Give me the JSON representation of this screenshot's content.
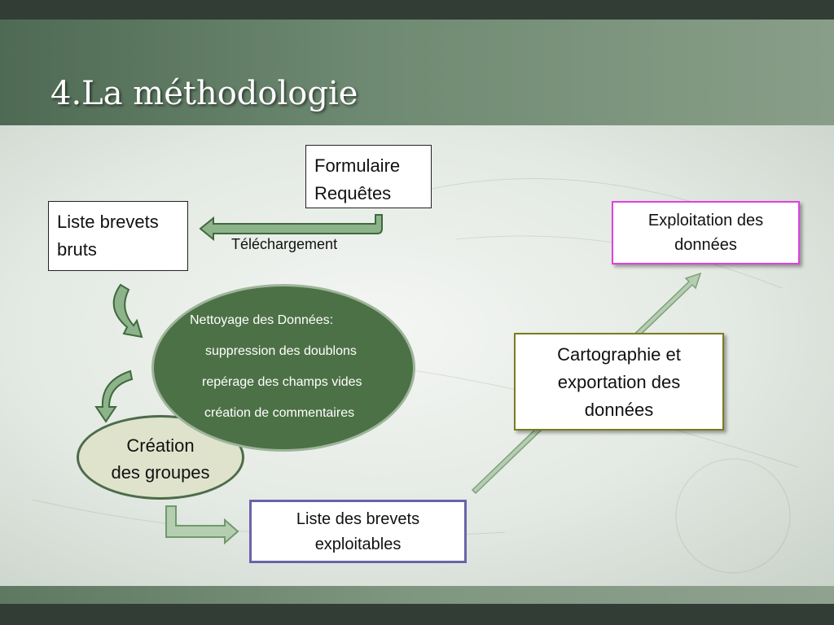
{
  "slide": {
    "title": "4.La méthodologie"
  },
  "nodes": {
    "formulaire": {
      "line1": "Formulaire",
      "line2": "Requêtes"
    },
    "liste_bruts": {
      "line1": "Liste brevets",
      "line2": "bruts"
    },
    "telechargement": "Téléchargement",
    "nettoyage": {
      "heading": "Nettoyage des Données:",
      "items": [
        "suppression des doublons",
        "repérage des champs vides",
        "création de commentaires"
      ]
    },
    "groupes": {
      "line1": "Création",
      "line2": "des groupes"
    },
    "liste_exploitables": {
      "line1": "Liste des brevets",
      "line2": "exploitables"
    },
    "cartographie": {
      "line1": "Cartographie et",
      "line2": "exportation des",
      "line3": "données"
    },
    "exploitation": {
      "line1": "Exploitation des",
      "line2": "données"
    }
  },
  "colors": {
    "header_dark": "#323e35",
    "ellipse_green": "#4d7146",
    "ellipse_light": "#dfe3cc",
    "arrow_fill": "#8db38a",
    "arrow_stroke": "#3f6a3d",
    "exploitation_border": "#e040e0",
    "carto_border": "#7b7b1e",
    "exploitables_border": "#6a63a8"
  }
}
